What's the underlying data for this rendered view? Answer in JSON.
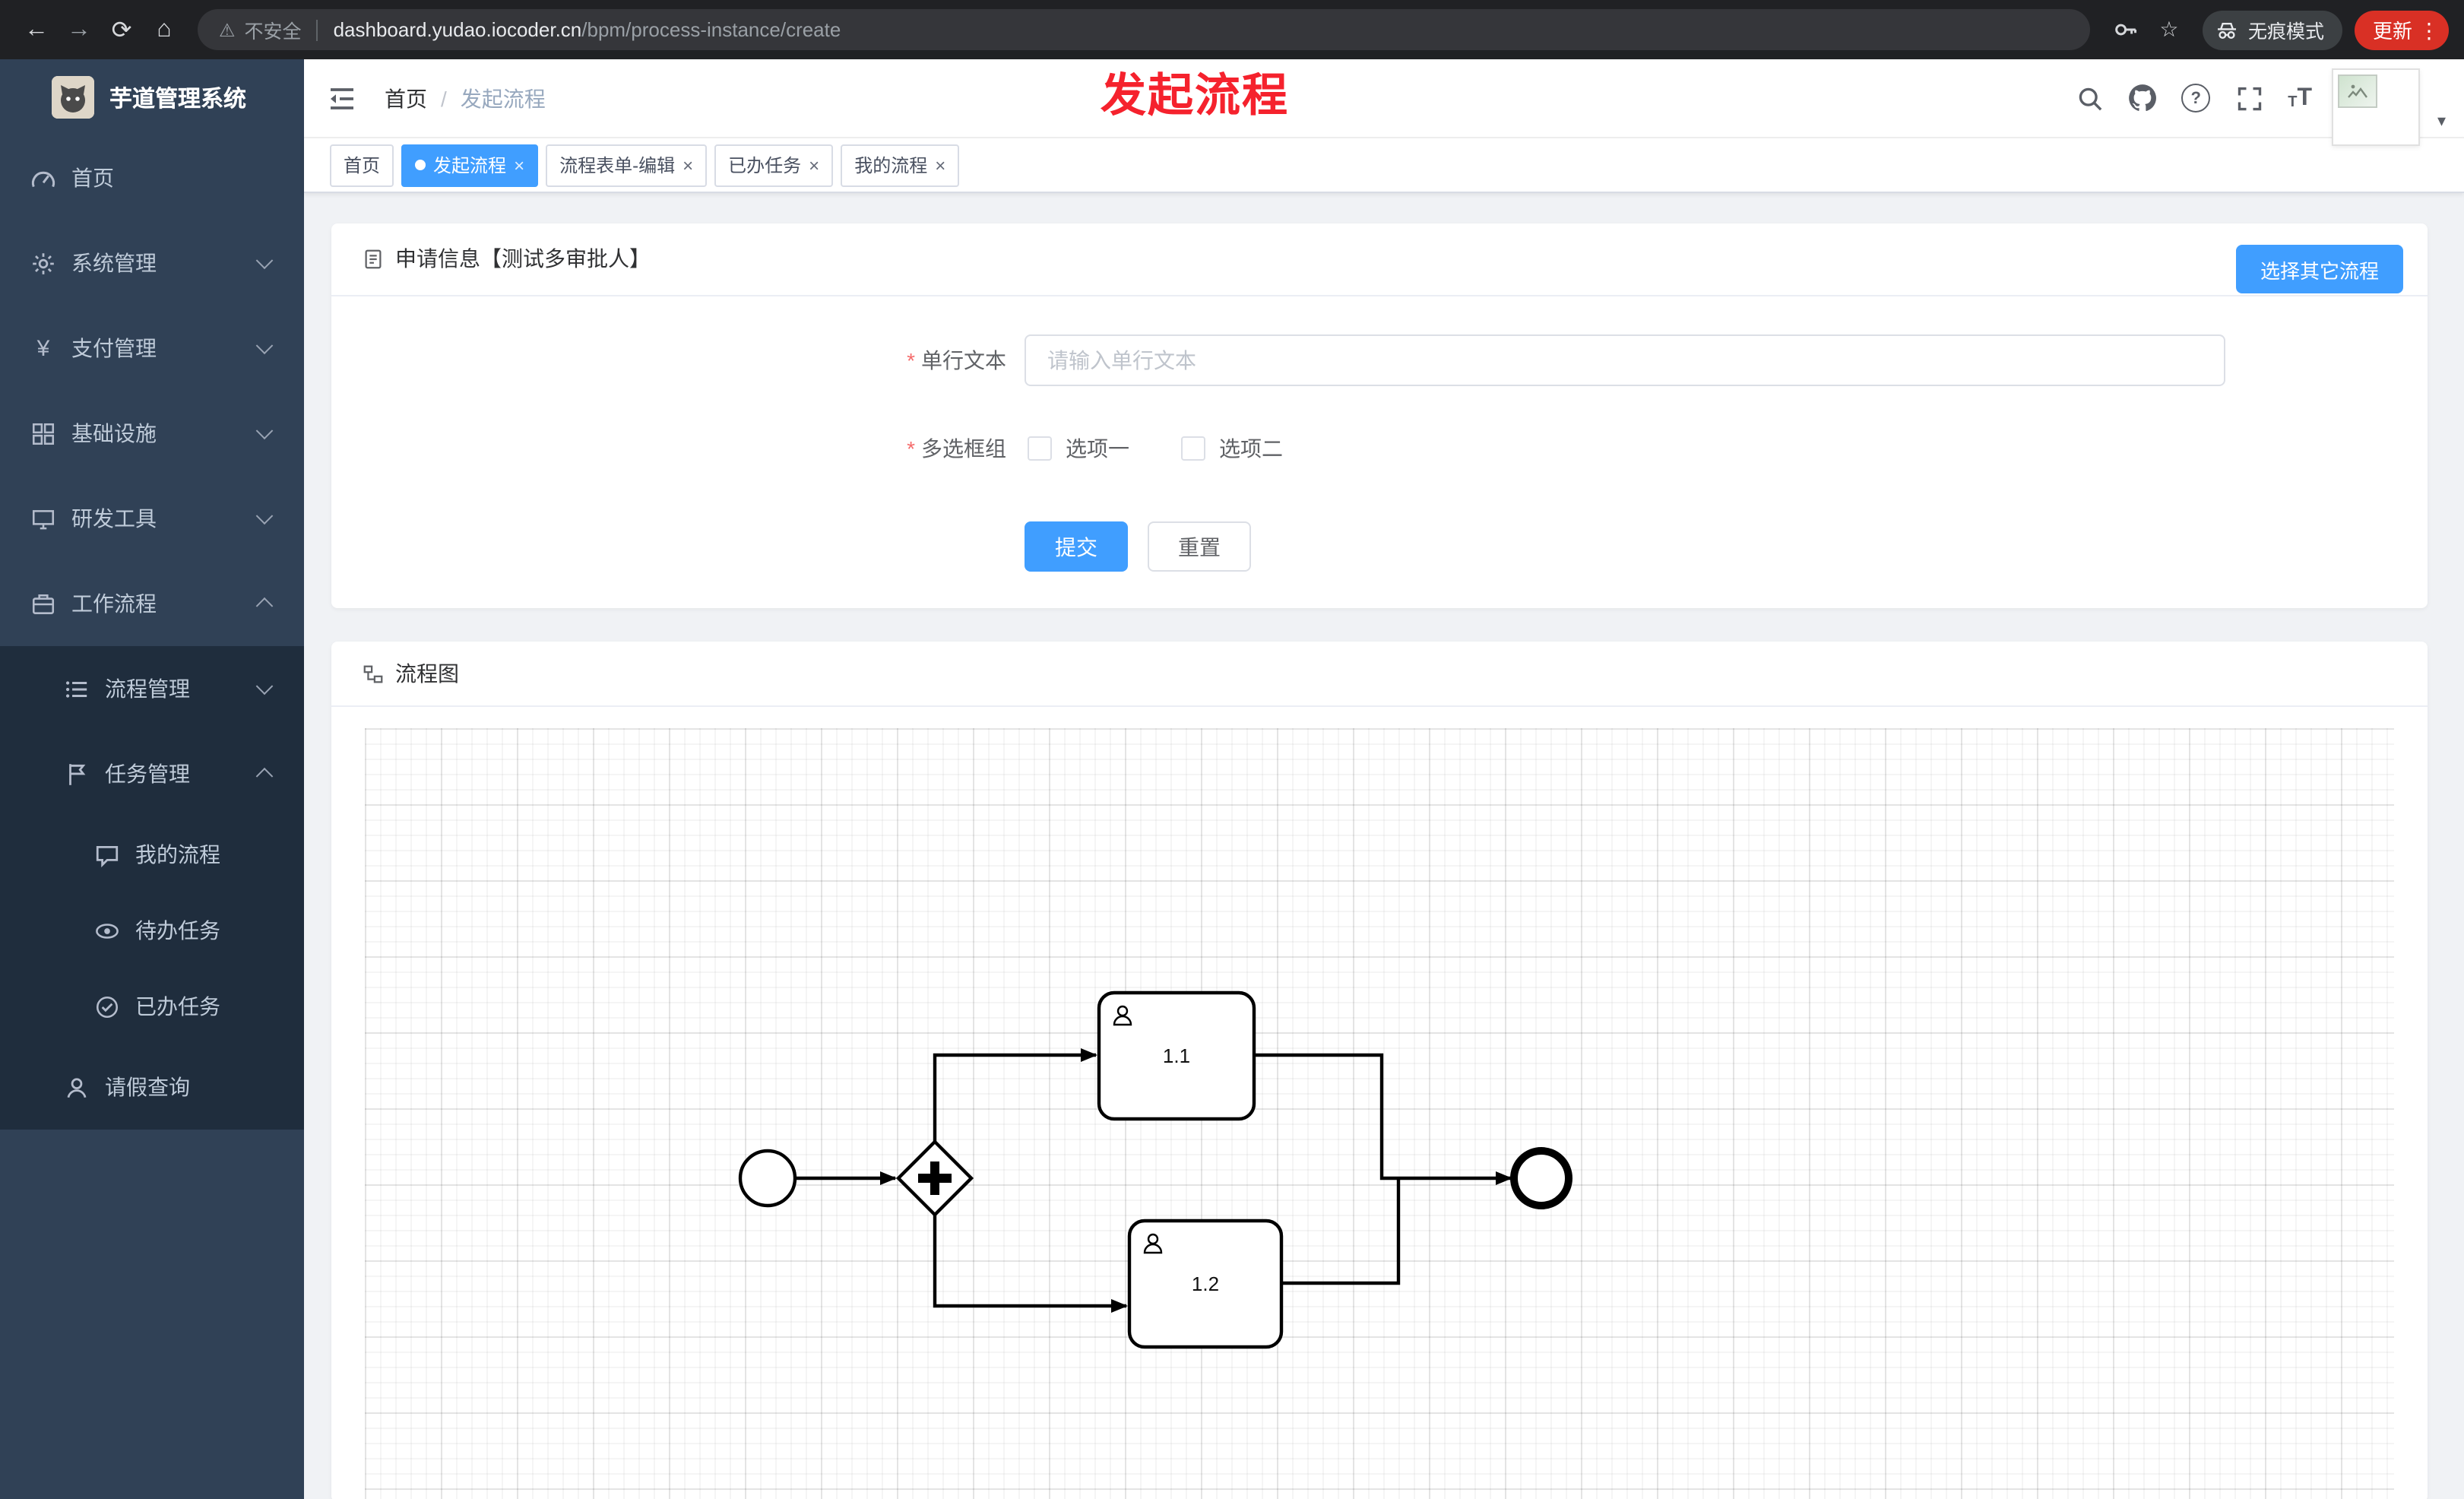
{
  "browser": {
    "security_label": "不安全",
    "url_domain": "dashboard.yudao.iocoder.cn",
    "url_path": "/bpm/process-instance/create",
    "incognito_label": "无痕模式",
    "update_label": "更新"
  },
  "app": {
    "title": "芋道管理系统"
  },
  "sidebar": {
    "items": [
      {
        "label": "首页"
      },
      {
        "label": "系统管理"
      },
      {
        "label": "支付管理"
      },
      {
        "label": "基础设施"
      },
      {
        "label": "研发工具"
      },
      {
        "label": "工作流程"
      },
      {
        "label": "流程管理"
      },
      {
        "label": "任务管理"
      },
      {
        "label": "我的流程"
      },
      {
        "label": "待办任务"
      },
      {
        "label": "已办任务"
      },
      {
        "label": "请假查询"
      }
    ]
  },
  "header": {
    "breadcrumb_home": "首页",
    "breadcrumb_current": "发起流程",
    "annotation": "发起流程"
  },
  "tabs": [
    {
      "label": "首页"
    },
    {
      "label": "发起流程"
    },
    {
      "label": "流程表单-编辑"
    },
    {
      "label": "已办任务"
    },
    {
      "label": "我的流程"
    }
  ],
  "form_card": {
    "title": "申请信息【测试多审批人】",
    "select_other_button": "选择其它流程",
    "required_mark": "*",
    "fields": [
      {
        "label": "单行文本",
        "placeholder": "请输入单行文本"
      },
      {
        "label": "多选框组",
        "options": [
          "选项一",
          "选项二"
        ]
      }
    ],
    "submit_label": "提交",
    "reset_label": "重置"
  },
  "diagram_card": {
    "title": "流程图",
    "task_labels": [
      "1.1",
      "1.2"
    ]
  },
  "icons": {
    "close": "×",
    "breadcrumb_sep": "/",
    "warning": "⚠",
    "star": "☆",
    "menu_dots": "⋮",
    "caret_down": "▾",
    "back": "←",
    "forward": "→",
    "reload": "⟳",
    "home": "⌂",
    "yen": "¥",
    "question": "?",
    "letter_t_small": "T",
    "letter_t_big": "T"
  },
  "colors": {
    "primary": "#409eff",
    "annotation": "#f5222d",
    "sidebar_bg": "#304156",
    "submenu_bg": "#1f2d3d",
    "update_chip": "#d93025"
  }
}
